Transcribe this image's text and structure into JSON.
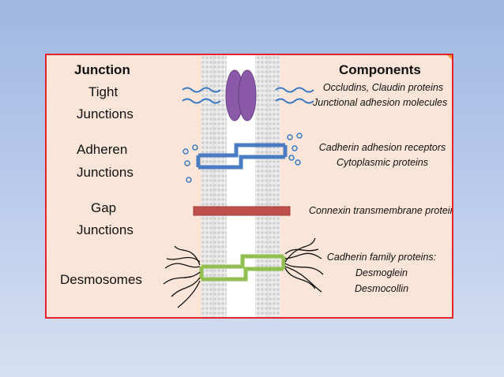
{
  "headers": {
    "junction": "Junction",
    "components": "Components"
  },
  "junctions": [
    {
      "line1": "Tight",
      "line2": "Junctions"
    },
    {
      "line1": "Adheren",
      "line2": "Junctions"
    },
    {
      "line1": "Gap",
      "line2": "Junctions"
    },
    {
      "line1": "Desmosomes",
      "line2": ""
    }
  ],
  "components": [
    {
      "line1": "Occludins, Claudin proteins",
      "line2": "Junctional adhesion molecules",
      "line3": ""
    },
    {
      "line1": "Cadherin adhesion receptors",
      "line2": "Cytoplasmic proteins",
      "line3": ""
    },
    {
      "line1": "Connexin transmembrane proteins",
      "line2": "",
      "line3": ""
    },
    {
      "line1": "Cadherin family proteins:",
      "line2": "Desmoglein",
      "line3": "Desmocollin"
    }
  ],
  "colors": {
    "panel_background": "#fbe5d8",
    "panel_border": "#e8212a",
    "tight_protein": "#8a5aa8",
    "adherens_protein": "#4a7cc4",
    "gap_channel": "#c0504d",
    "desmosome_protein": "#92c050",
    "membrane": "#e0e0e0"
  }
}
